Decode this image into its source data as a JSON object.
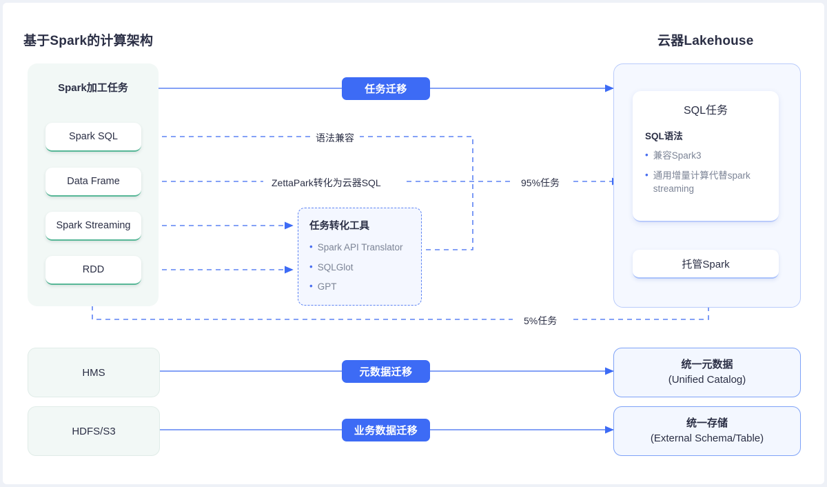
{
  "headings": {
    "left": "基于Spark的计算架构",
    "right": "云器Lakehouse"
  },
  "colors": {
    "accent_blue": "#3d6bf5",
    "panel_green": "#f2f8f6",
    "panel_blue": "#f5f8ff",
    "border_blue": "#7ea2f7",
    "green_underline": "#57b797",
    "text_dark": "#2b2f45",
    "text_muted": "#7c8496"
  },
  "left_column": {
    "spark_group": {
      "title": "Spark加工任务",
      "items": [
        {
          "label": "Spark SQL"
        },
        {
          "label": "Data Frame"
        },
        {
          "label": "Spark Streaming"
        },
        {
          "label": "RDD"
        }
      ]
    },
    "hms": {
      "label": "HMS"
    },
    "hdfs": {
      "label": "HDFS/S3"
    }
  },
  "middle": {
    "tool_box": {
      "title": "任务转化工具",
      "items": [
        "Spark API Translator",
        "SQLGlot",
        "GPT"
      ]
    },
    "badges": [
      {
        "label": "任务迁移"
      },
      {
        "label": "元数据迁移"
      },
      {
        "label": "业务数据迁移"
      }
    ],
    "edge_labels": [
      {
        "label": "语法兼容"
      },
      {
        "label": "ZettaPark转化为云器SQL"
      },
      {
        "label": "95%任务"
      },
      {
        "label": "5%任务"
      }
    ]
  },
  "right_column": {
    "lakehouse_panel": {
      "sql_card": {
        "title": "SQL任务",
        "subtitle": "SQL语法",
        "bullets": [
          "兼容Spark3",
          "通用增量计算代替spark streaming"
        ]
      },
      "managed_spark": {
        "label": "托管Spark"
      }
    },
    "unified_catalog": {
      "line1": "统一元数据",
      "line2": "(Unified Catalog)"
    },
    "unified_storage": {
      "line1": "统一存储",
      "line2": "(External Schema/Table)"
    }
  }
}
